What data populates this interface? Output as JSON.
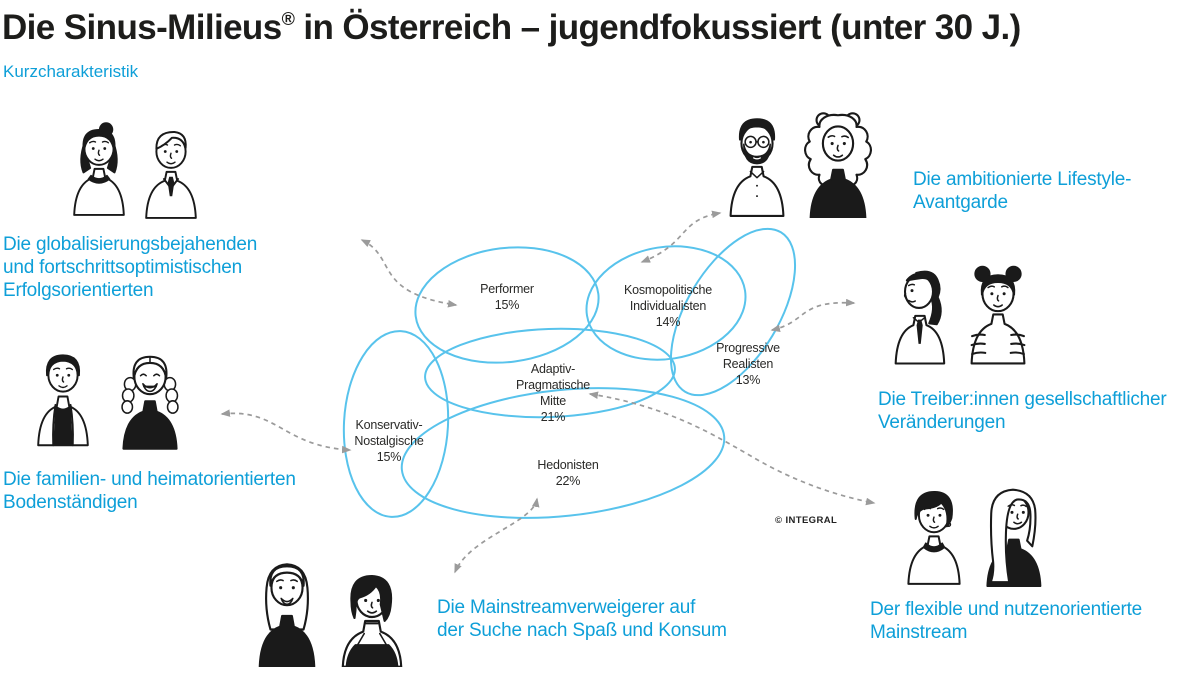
{
  "header": {
    "title_pre": "Die Sinus-Milieus",
    "title_reg": "®",
    "title_post": " in Österreich – jugendfokussiert (unter 30 J.)",
    "subtitle": "Kurzcharakteristik"
  },
  "copyright": "© INTEGRAL",
  "colors": {
    "accent": "#0E9FD8",
    "ink": "#1D1D1B",
    "blob": "#58C3EC",
    "arrow": "#9B9B9B"
  },
  "milieus": [
    {
      "id": "performer",
      "lines": [
        "Performer"
      ],
      "percent": "15%"
    },
    {
      "id": "kosmopolitische-individualisten",
      "lines": [
        "Kosmopolitische",
        "Individualisten"
      ],
      "percent": "14%"
    },
    {
      "id": "progressive-realisten",
      "lines": [
        "Progressive",
        "Realisten"
      ],
      "percent": "13%"
    },
    {
      "id": "adaptiv-pragmatische-mitte",
      "lines": [
        "Adaptiv-",
        "Pragmatische",
        "Mitte"
      ],
      "percent": "21%"
    },
    {
      "id": "konservativ-nostalgische",
      "lines": [
        "Konservativ-",
        "Nostalgische"
      ],
      "percent": "15%"
    },
    {
      "id": "hedonisten",
      "lines": [
        "Hedonisten"
      ],
      "percent": "22%"
    }
  ],
  "groups": [
    {
      "id": "erfolgsorientierte",
      "lines": [
        "Die globalisierungsbejahenden",
        "und fortschrittsoptimistischen",
        "Erfolgsorientierten"
      ]
    },
    {
      "id": "lifestyle-avantgarde",
      "lines": [
        "Die ambitionierte Lifestyle-",
        "Avantgarde"
      ]
    },
    {
      "id": "treiberinnen",
      "lines": [
        "Die Treiber:innen gesellschaftlicher",
        "Veränderungen"
      ]
    },
    {
      "id": "bodenstaendige",
      "lines": [
        "Die familien- und heimatorientierten",
        "Bodenständigen"
      ]
    },
    {
      "id": "mainstreamverweigerer",
      "lines": [
        "Die Mainstreamverweigerer auf",
        "der Suche nach Spaß und Konsum"
      ]
    },
    {
      "id": "flexibler-mainstream",
      "lines": [
        "Der flexible und nutzenorientierte",
        "Mainstream"
      ]
    }
  ]
}
